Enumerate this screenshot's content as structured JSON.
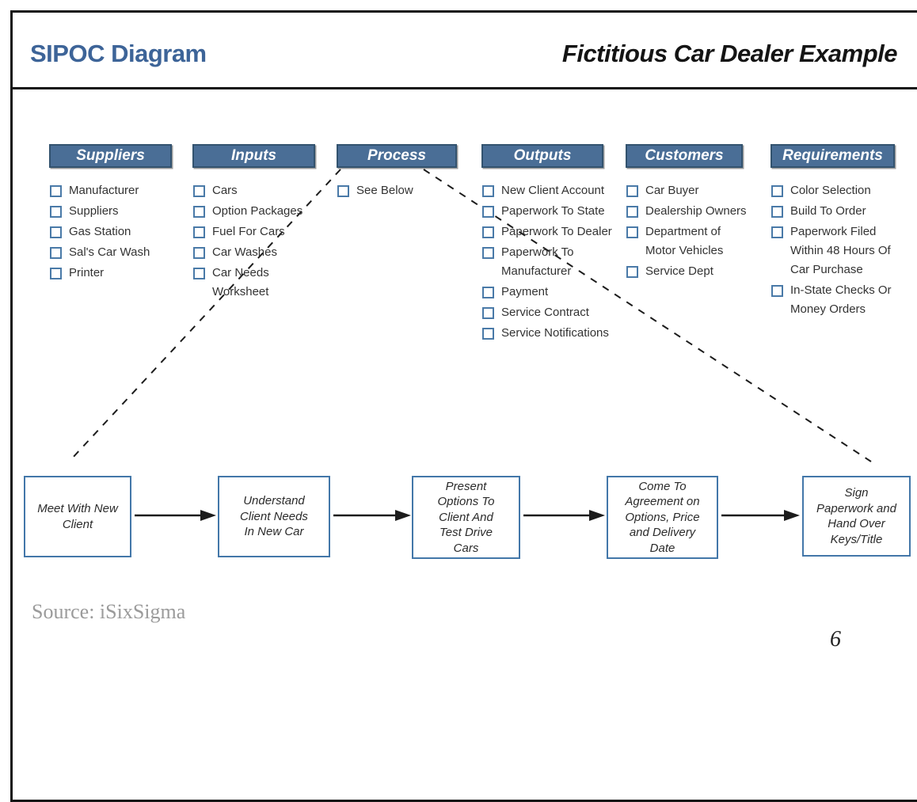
{
  "slide": {
    "title": "SIPOC Diagram",
    "subtitle": "Fictitious Car Dealer Example",
    "source": "Source: iSixSigma",
    "page_number": "6"
  },
  "colors": {
    "title_blue": "#3d6498",
    "header_fill": "#4a6e96",
    "header_border": "#33536f",
    "checkbox_blue": "#4a7aa8",
    "process_box_border": "#4377a9",
    "line_black": "#1c1c1c",
    "source_gray": "#9b9b9b"
  },
  "list_bullet_icon": "empty-checkbox-icon",
  "columns": [
    {
      "label": "Suppliers",
      "items": [
        [
          "Manufacturer"
        ],
        [
          "Suppliers"
        ],
        [
          "Gas Station"
        ],
        [
          "Sal's Car Wash"
        ],
        [
          "Printer"
        ]
      ]
    },
    {
      "label": "Inputs",
      "items": [
        [
          "Cars"
        ],
        [
          "Option Packages"
        ],
        [
          "Fuel For Cars"
        ],
        [
          "Car Washes"
        ],
        [
          "Car Needs Worksheet"
        ]
      ]
    },
    {
      "label": "Process",
      "items": [
        [
          "See Below"
        ]
      ]
    },
    {
      "label": "Outputs",
      "items": [
        [
          "New Client Account"
        ],
        [
          "Paperwork To State"
        ],
        [
          "Paperwork To Dealer"
        ],
        [
          "Paperwork To",
          "Manufacturer"
        ],
        [
          "Payment"
        ],
        [
          "Service Contract"
        ],
        [
          "Service Notifications"
        ]
      ]
    },
    {
      "label": "Customers",
      "items": [
        [
          "Car Buyer"
        ],
        [
          "Dealership Owners"
        ],
        [
          "Department of",
          "Motor Vehicles"
        ],
        [
          "Service Dept"
        ]
      ]
    },
    {
      "label": "Requirements",
      "items": [
        [
          "Color Selection"
        ],
        [
          "Build To Order"
        ],
        [
          "Paperwork Filed",
          "Within 48 Hours Of",
          "Car Purchase"
        ],
        [
          "In-State Checks Or",
          "Money Orders"
        ]
      ]
    }
  ],
  "process_flow": [
    {
      "lines": [
        "Meet With New",
        "Client"
      ]
    },
    {
      "lines": [
        "Understand",
        "Client Needs",
        "In New Car"
      ]
    },
    {
      "lines": [
        "Present",
        "Options To",
        "Client And",
        "Test Drive",
        "Cars"
      ]
    },
    {
      "lines": [
        "Come To",
        "Agreement on",
        "Options, Price",
        "and Delivery",
        "Date"
      ]
    },
    {
      "lines": [
        "Sign",
        "Paperwork and",
        "Hand Over",
        "Keys/Title"
      ]
    }
  ]
}
